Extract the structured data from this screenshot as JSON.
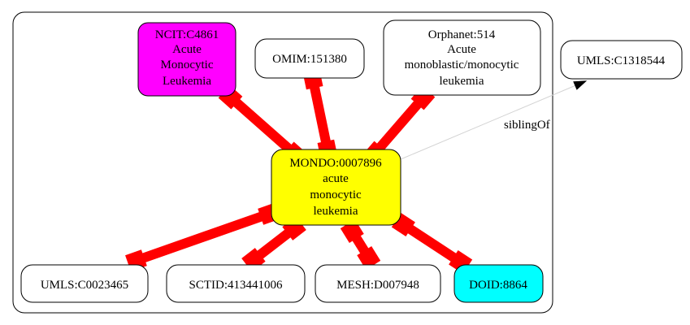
{
  "graph": {
    "nodes": [
      {
        "id": "ncit",
        "lines": [
          "NCIT:C4861",
          "Acute",
          "Monocytic",
          "Leukemia"
        ],
        "fill": "#ff00ff"
      },
      {
        "id": "omim",
        "lines": [
          "OMIM:151380"
        ],
        "fill": "#ffffff"
      },
      {
        "id": "orphanet",
        "lines": [
          "Orphanet:514",
          "Acute",
          "monoblastic/monocytic",
          "leukemia"
        ],
        "fill": "#ffffff"
      },
      {
        "id": "umls1318544",
        "lines": [
          "UMLS:C1318544"
        ],
        "fill": "#ffffff"
      },
      {
        "id": "mondo",
        "lines": [
          "MONDO:0007896",
          "acute",
          "monocytic",
          "leukemia"
        ],
        "fill": "#ffff00"
      },
      {
        "id": "umls0023465",
        "lines": [
          "UMLS:C0023465"
        ],
        "fill": "#ffffff"
      },
      {
        "id": "sctid",
        "lines": [
          "SCTID:413441006"
        ],
        "fill": "#ffffff"
      },
      {
        "id": "mesh",
        "lines": [
          "MESH:D007948"
        ],
        "fill": "#ffffff"
      },
      {
        "id": "doid",
        "lines": [
          "DOID:8864"
        ],
        "fill": "#00ffff"
      }
    ],
    "edges": [
      {
        "from": "mondo",
        "to": "ncit",
        "style": "thick"
      },
      {
        "from": "mondo",
        "to": "omim",
        "style": "thick"
      },
      {
        "from": "mondo",
        "to": "orphanet",
        "style": "thick"
      },
      {
        "from": "mondo",
        "to": "umls0023465",
        "style": "thick"
      },
      {
        "from": "mondo",
        "to": "sctid",
        "style": "thick"
      },
      {
        "from": "mondo",
        "to": "mesh",
        "style": "thick"
      },
      {
        "from": "mondo",
        "to": "doid",
        "style": "thick"
      },
      {
        "from": "mondo",
        "to": "umls1318544",
        "style": "thin",
        "label": "siblingOf"
      }
    ],
    "colors": {
      "thick_edge": "#ff0000",
      "thin_edge": "#d3d3d3",
      "border": "#000000"
    }
  }
}
